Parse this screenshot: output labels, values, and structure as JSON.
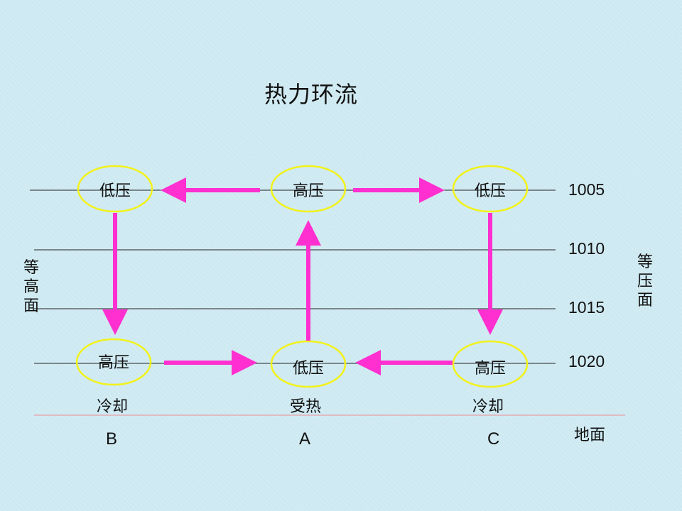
{
  "title": "热力环流",
  "nodes": {
    "top_left": "低压",
    "top_center": "高压",
    "top_right": "低压",
    "bottom_left": "高压",
    "bottom_center": "低压",
    "bottom_right": "高压"
  },
  "isobars": [
    "1005",
    "1010",
    "1015",
    "1020"
  ],
  "side_labels": {
    "left": "等高面",
    "right": "等压面"
  },
  "process_labels": {
    "left": "冷却",
    "center": "受热",
    "right": "冷却"
  },
  "point_labels": {
    "left": "B",
    "center": "A",
    "right": "C"
  },
  "ground_label": "地面",
  "colors": {
    "background": "#cfeaf2",
    "arrow": "#ff2fd0",
    "ellipse": "#f2f21a",
    "ground_line": "#e8a0a8"
  }
}
